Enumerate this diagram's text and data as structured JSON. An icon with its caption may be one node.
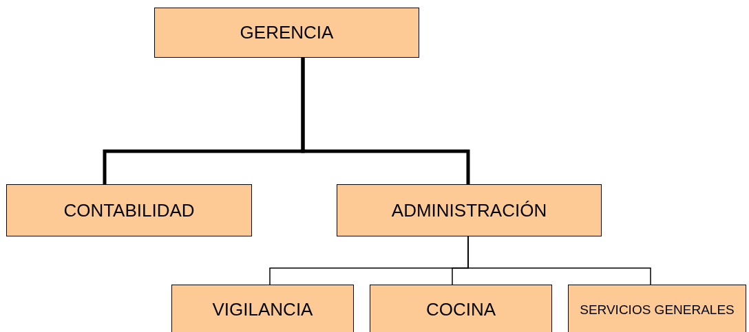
{
  "diagram": {
    "nodes": [
      {
        "text": [
          "GERENCIA"
        ]
      },
      {
        "text": [
          "CONTABILIDAD"
        ]
      },
      {
        "text": [
          "ADMINISTRACIÓN"
        ]
      },
      {
        "text": [
          "VIGILANCIA"
        ]
      },
      {
        "text": [
          "COCINA"
        ]
      },
      {
        "text": [
          "SERVICIOS GENERALES"
        ]
      }
    ],
    "edges": [
      {
        "from": 0,
        "to": 1,
        "arrow": "none",
        "style": "thick"
      },
      {
        "from": 0,
        "to": 2,
        "arrow": "none",
        "style": "thick"
      },
      {
        "from": 2,
        "to": 3,
        "arrow": "none"
      },
      {
        "from": 2,
        "to": 4,
        "arrow": "none"
      },
      {
        "from": 2,
        "to": 5,
        "arrow": "none"
      }
    ]
  }
}
